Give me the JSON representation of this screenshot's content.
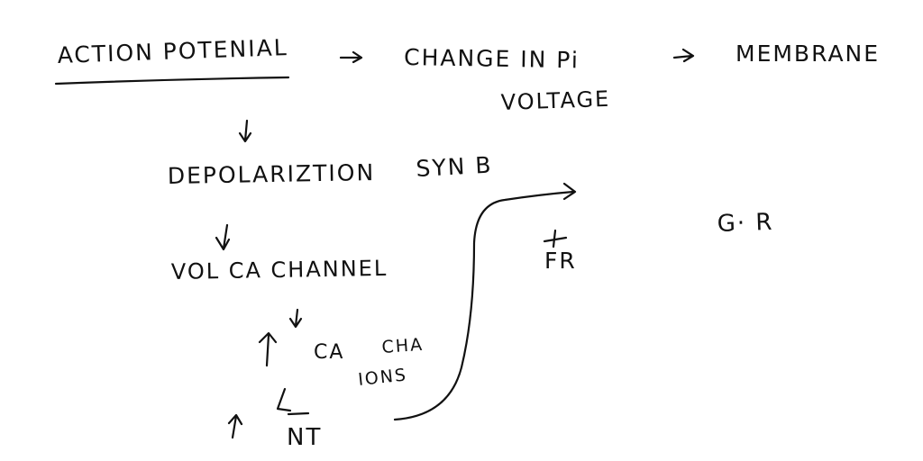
{
  "notes": {
    "action_potential": "ACTION POTENIAL",
    "change_in_pi": "CHANGE IN Pi",
    "membrane": "MEMBRANE",
    "voltage": "VOLTAGE",
    "depolarization": "DEPOLARIZTION",
    "syn_b": "SYN B",
    "vol_ca_channel": "VOL CA CHANNEL",
    "ca": "CA",
    "cha": "CHA",
    "ions": "IONS",
    "nt": "NT",
    "fr": "FR",
    "g_r": "G· R"
  },
  "colors": {
    "ink": "#111111",
    "background": "#ffffff"
  }
}
